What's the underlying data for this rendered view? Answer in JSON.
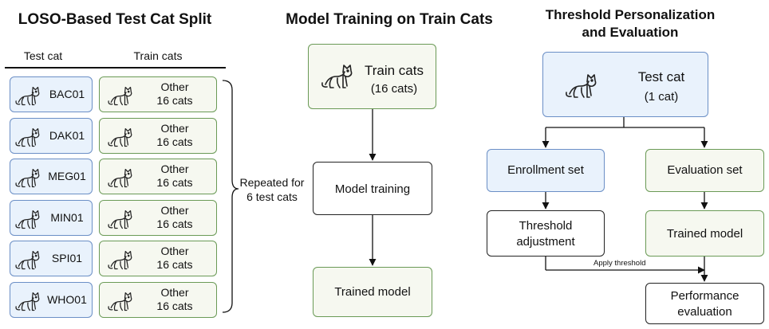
{
  "panel1": {
    "title": "LOSO-Based Test Cat Split",
    "col_test": "Test cat",
    "col_train": "Train cats",
    "rows": [
      {
        "test": "BAC01",
        "train_line1": "Other",
        "train_line2": "16 cats"
      },
      {
        "test": "DAK01",
        "train_line1": "Other",
        "train_line2": "16 cats"
      },
      {
        "test": "MEG01",
        "train_line1": "Other",
        "train_line2": "16 cats"
      },
      {
        "test": "MIN01",
        "train_line1": "Other",
        "train_line2": "16 cats"
      },
      {
        "test": "SPI01",
        "train_line1": "Other",
        "train_line2": "16 cats"
      },
      {
        "test": "WHO01",
        "train_line1": "Other",
        "train_line2": "16 cats"
      }
    ],
    "repeat_line1": "Repeated for",
    "repeat_line2": "6 test cats"
  },
  "panel2": {
    "title": "Model Training on Train Cats",
    "train_cats_line1": "Train cats",
    "train_cats_line2": "(16 cats)",
    "model_training": "Model training",
    "trained_model": "Trained model"
  },
  "panel3": {
    "title_line1": "Threshold Personalization",
    "title_line2": "and Evaluation",
    "test_cat_line1": "Test cat",
    "test_cat_line2": "(1 cat)",
    "enrollment_set": "Enrollment set",
    "evaluation_set": "Evaluation set",
    "threshold_line1": "Threshold",
    "threshold_line2": "adjustment",
    "trained_model": "Trained model",
    "apply_threshold": "Apply threshold",
    "performance_line1": "Performance",
    "performance_line2": "evaluation"
  },
  "colors": {
    "test_fill": "#e9f2fc",
    "test_border": "#6b8fc6",
    "train_fill": "#f6f8f0",
    "train_border": "#6a9a56",
    "process_border": "#222222"
  },
  "icons": [
    "cat-icon"
  ]
}
